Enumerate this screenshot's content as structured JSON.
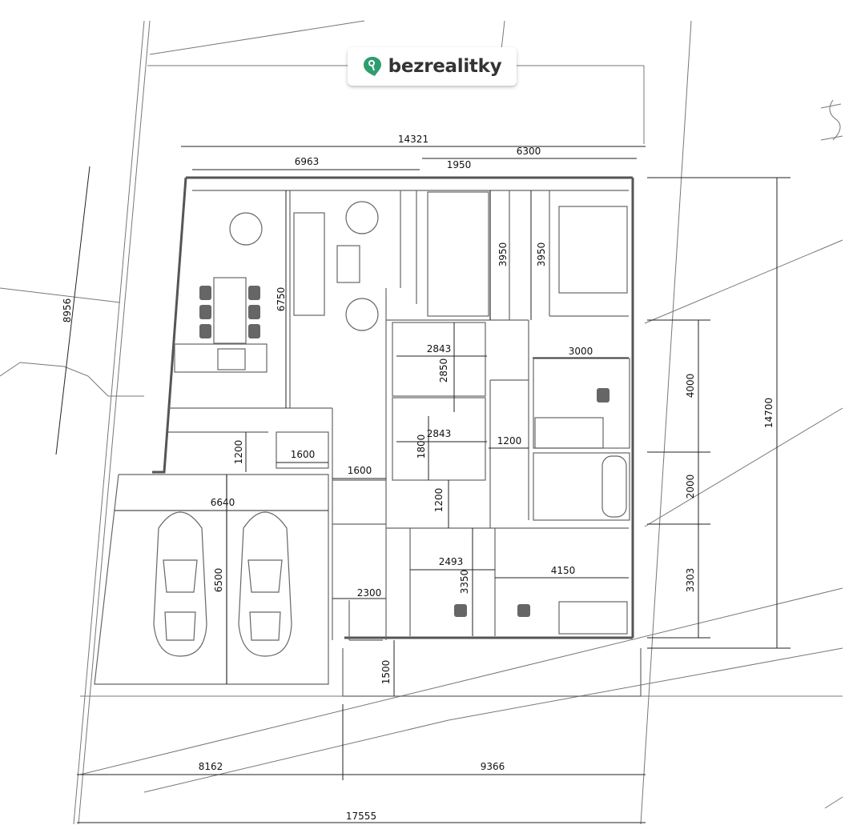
{
  "logo": {
    "text": "bezrealitky",
    "color": "#2e9e6e"
  },
  "dimensions": {
    "overall_width_top": "14321",
    "left_wing_width": "6963",
    "room_width_1950": "1950",
    "right_wing_width": "6300",
    "left_depth": "8956",
    "living_depth": "6750",
    "bedroom_depth_a": "3950",
    "bedroom_depth_b": "3950",
    "bath_width_a": "2843",
    "bath_depth": "2850",
    "bedroom2_width": "3000",
    "bath_width_b": "2843",
    "corridor_width": "1200",
    "wc_width": "1600",
    "hall_width": "1600",
    "stair_depth": "1200",
    "closet_depth": "1800",
    "corridor_depth": "1200",
    "garage_width": "6640",
    "garage_depth": "6500",
    "room_width_2493": "2493",
    "room_depth_3350": "3350",
    "bedroom3_width": "4150",
    "tech_width": "2300",
    "terrace_depth": "1500",
    "right_depth_4000": "4000",
    "right_depth_2000": "2000",
    "right_depth_3303": "3303",
    "overall_depth": "14700",
    "plot_left": "8162",
    "plot_right": "9366",
    "plot_total": "17555"
  }
}
